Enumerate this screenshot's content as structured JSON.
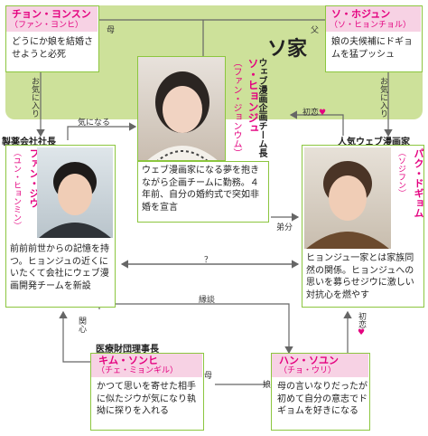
{
  "family": {
    "title": "ソ家",
    "father_label": "父",
    "mother_label": "母"
  },
  "mother": {
    "name": "チョン・ヨンスン",
    "reading": "（ファン・ヨンヒ）",
    "desc": "どうにか娘を結婚させようと必死"
  },
  "father": {
    "name": "ソ・ホジュン",
    "reading": "（ソ・ヒョンチョル）",
    "desc": "娘の夫候補にドギョムを猛プッシュ"
  },
  "center": {
    "role": "ウェブ漫画企画チーム長",
    "name": "ソ・ヒョンジュ",
    "reading": "（ファン・ジョンウム）",
    "desc": "ウェブ漫画家になる夢を抱きながら企画チームに勤務。４年前、自分の婚約式で突如非婚を宣言"
  },
  "left": {
    "role": "製薬会社社長",
    "name": "ファン・ジウ",
    "reading": "（ユン・ヒョンミン）",
    "desc": "前前前世からの記憶を持つ。ヒョンジュの近くにいたくて会社にウェブ漫画開発チームを新設"
  },
  "right": {
    "role": "人気ウェブ漫画家",
    "name": "パク・ドギョム",
    "reading": "（ソジフン）",
    "desc": "ヒョンジュ一家とは家族同然の関係。ヒョンジュへの思いを募らせジウに激しい対抗心を燃やす"
  },
  "bottom_left": {
    "role": "医療財団理事長",
    "name": "キム・ソンヒ",
    "reading": "（チェ・ミョンギル）",
    "desc": "かつて思いを寄せた相手に似たジウが気になり執拗に探りを入れる"
  },
  "bottom_right": {
    "name": "ハン・ソユン",
    "reading": "（チョ・ウリ）",
    "desc": "母の言いなりだったが初めて自分の意志でドギョムを好きになる"
  },
  "relations": {
    "okiniiri_left": "お気に入り",
    "okiniiri_right": "お気に入り",
    "kininaru": "気になる",
    "hatsukoi_top": "初恋",
    "deshi": "弟分",
    "question": "？",
    "endan": "縁談",
    "kanshin": "関心",
    "haha": "母",
    "musume": "娘",
    "hatsukoi_bottom": "初恋"
  },
  "colors": {
    "green": "#8cc63f",
    "family_bg": "#c9de96",
    "pink": "#e4007f"
  }
}
